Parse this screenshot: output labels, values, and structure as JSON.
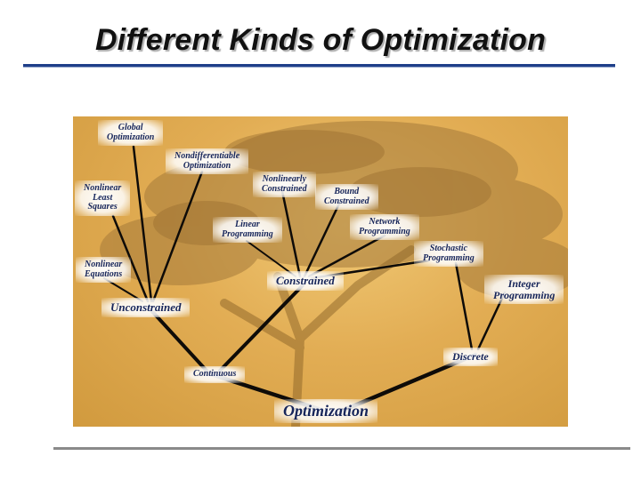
{
  "slide": {
    "title": "Different Kinds of Optimization"
  },
  "diagram": {
    "nodes": {
      "global": "Global\nOptimization",
      "nondiff": "Nondifferentiable\nOptimization",
      "nls": "Nonlinear\nLeast\nSquares",
      "nleq": "Nonlinear\nEquations",
      "nlcons": "Nonlinearly\nConstrained",
      "bound": "Bound\nConstrained",
      "linear": "Linear\nProgramming",
      "network": "Network\nProgramming",
      "stochastic": "Stochastic\nProgramming",
      "integer": "Integer\nProgramming",
      "unconstrained": "Unconstrained",
      "constrained": "Constrained",
      "discrete": "Discrete",
      "continuous": "Continuous",
      "optimization": "Optimization"
    },
    "colors": {
      "node_text": "#16255a",
      "branch": "#0e0b08",
      "tree": "#a57a3a"
    }
  }
}
